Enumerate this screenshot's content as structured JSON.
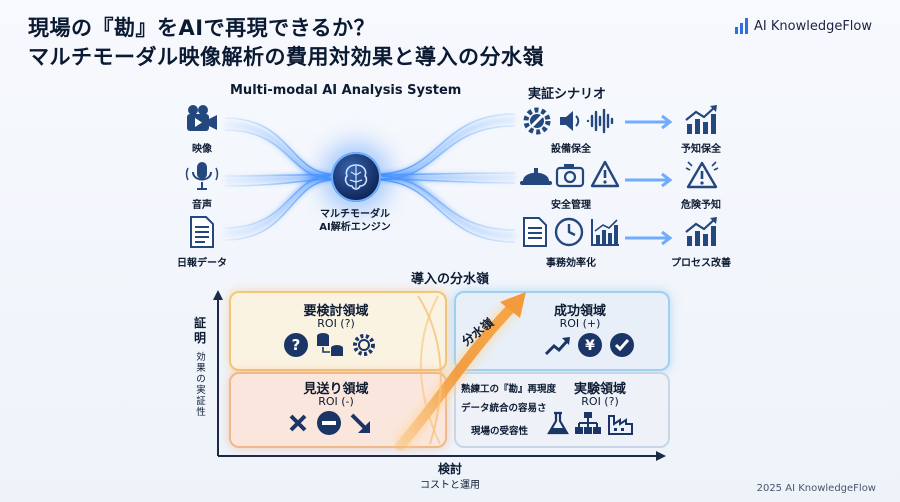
{
  "header": {
    "title_line1": "現場の『勘』をAIで再現できるか？",
    "title_line2": "マルチモーダル映像解析の費用対効果と導入の分水嶺",
    "brand": "AI KnowledgeFlow"
  },
  "system": {
    "title": "Multi-modal AI Analysis System",
    "inputs": [
      {
        "label": "映像",
        "icon": "video-camera-icon"
      },
      {
        "label": "音声",
        "icon": "microphone-icon"
      },
      {
        "label": "日報データ",
        "icon": "document-icon"
      }
    ],
    "engine_line1": "マルチモーダル",
    "engine_line2": "AI解析エンジン"
  },
  "scenarios": {
    "title": "実証シナリオ",
    "rows": [
      {
        "label": "設備保全",
        "result": "予知保全"
      },
      {
        "label": "安全管理",
        "result": "危険予知"
      },
      {
        "label": "事務効率化",
        "result": "プロセス改善"
      }
    ]
  },
  "matrix": {
    "title": "導入の分水嶺",
    "divide_label": "分水嶺",
    "y_axis": {
      "main": "証明",
      "sub": "効果の実証性"
    },
    "x_axis": {
      "main": "検討",
      "sub": "コストと運用"
    },
    "quadrants": {
      "review": {
        "title": "要検討領域",
        "roi": "ROI (?)"
      },
      "success": {
        "title": "成功領域",
        "roi": "ROI (+)"
      },
      "skip": {
        "title": "見送り領域",
        "roi": "ROI (-)"
      },
      "experiment": {
        "title": "実験領域",
        "roi": "ROI (?)"
      }
    },
    "factors": [
      "熟練工の『勘』再現度",
      "データ統合の容易さ",
      "現場の受容性"
    ]
  },
  "colors": {
    "accent": "#2f6fe0",
    "warm": "#f0a340",
    "cool": "#7fb6e8",
    "danger": "#e07a5f"
  },
  "footer": "2025 AI KnowledgeFlow"
}
